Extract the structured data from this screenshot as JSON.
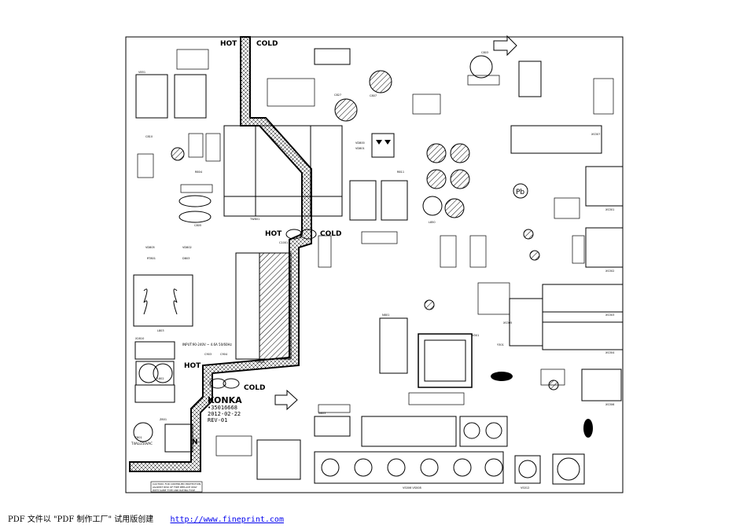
{
  "board": {
    "hot_labels": [
      "HOT",
      "HOT",
      "HOT"
    ],
    "cold_labels": [
      "COLD",
      "COLD",
      "COLD"
    ],
    "brand": "KONKA",
    "part_number": "•35016668",
    "date": "2012-02-22",
    "revision": "REV-01",
    "input_rating": "INPUT:90-240V ~ 4.6A 50/60Hz",
    "fuse_rating": "T4AL/250VAC",
    "neutral_mark": "N",
    "caution_lines": [
      "CAUTION: FOR CONTINUED PROTECTION",
      "AGAINST RISK OF FIRE REPLACE ONLY",
      "WITH SAME TYPE AND RATING FUSE"
    ],
    "pb_mark": "Pb",
    "designators": [
      "TW801",
      "TW802",
      "VD800",
      "VD801",
      "L850",
      "C827",
      "C807",
      "C803",
      "R804",
      "R811",
      "XS301",
      "XS302",
      "XS303",
      "XS304",
      "XS305",
      "XS306",
      "XS307",
      "N301",
      "N801",
      "N803",
      "Y301",
      "L803",
      "Z801",
      "F801",
      "L802",
      "X2810",
      "C805",
      "C903",
      "C904",
      "C1001",
      "RT801",
      "VD805",
      "VD802",
      "C810",
      "D803",
      "V851"
    ],
    "keypad_labels": [
      "VS006 VS008",
      "VS012"
    ]
  },
  "footer": {
    "text": "PDF 文件以 \"PDF 制作工厂\" 试用版创建",
    "link": "http://www.fineprint.com"
  }
}
